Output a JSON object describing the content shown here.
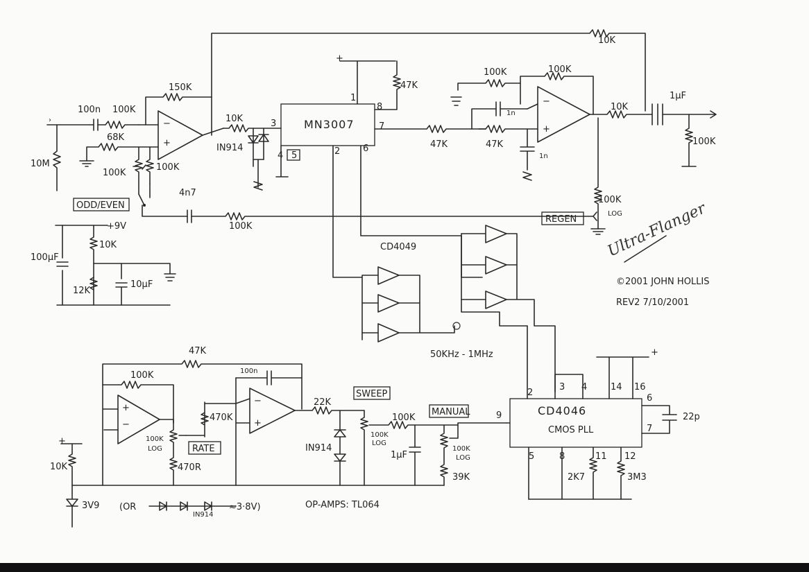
{
  "title": "Ultra-Flanger",
  "copyright": "©2001 JOHN HOLLIS",
  "revision": "REV2 7/10/2001",
  "opamps_note": "OP-AMPS: TL064",
  "ics": {
    "bbd": "MN3007",
    "inverter": "CD4049",
    "pll": "CD4046",
    "pll_sub": "CMOS PLL"
  },
  "controls": {
    "odd_even": "ODD/EVEN",
    "regen": "REGEN",
    "rate": "RATE",
    "sweep": "SWEEP",
    "manual": "MANUAL"
  },
  "components": {
    "r_150k": "150K",
    "r_100n": "100n",
    "r_100k_in": "100K",
    "r_68k": "68K",
    "r_10m": "10M",
    "r_100k_a": "100K",
    "r_100k_b": "100K",
    "r_10k_a": "10K",
    "d_1n914_a": "IN914",
    "c_4n7": "4n7",
    "r_100k_fb": "100K",
    "r_10k_top": "10K",
    "r_47k_a": "47K",
    "r_47k_b": "47K",
    "r_47k_c": "47K",
    "r_100k_c": "100K",
    "r_100k_d": "100K",
    "c_1n_a": "1n",
    "c_1n_b": "1n",
    "r_10k_out": "10K",
    "c_1uf": "1μF",
    "r_100k_out": "100K",
    "r_100k_log_regen": "100K",
    "log_regen": "LOG",
    "psu_9v": "+9V",
    "c_100uf": "100μF",
    "r_10k_psu": "10K",
    "r_12k": "12K",
    "c_10uf": "10μF",
    "freq_range": "50KHz - 1MHz",
    "r_47k_lfo": "47K",
    "r_100k_lfo": "100K",
    "c_100n_lfo": "100n",
    "r_100k_log_rate": "100K",
    "log_rate": "LOG",
    "r_470k": "470K",
    "r_470r": "470R",
    "r_10k_z": "10K",
    "z_3v9": "3V9",
    "alt_note": "(OR",
    "d_1n914_c": "IN914",
    "alt_voltage": "≈3·8V)",
    "r_22k": "22K",
    "d_1n914_b": "IN914",
    "r_100k_log_sweep": "100K",
    "log_sweep": "LOG",
    "r_100k_man": "100K",
    "c_1uf_b": "1μF",
    "r_100k_log_man": "100K",
    "log_man": "LOG",
    "r_39k": "39K",
    "r_2k7": "2K7",
    "r_3m3": "3M3",
    "c_22p": "22p"
  },
  "pins": {
    "bbd_1": "1",
    "bbd_2": "2",
    "bbd_3": "3",
    "bbd_4": "4",
    "bbd_5": "5",
    "bbd_6": "6",
    "bbd_7": "7",
    "bbd_8": "8",
    "pll_2": "2",
    "pll_3": "3",
    "pll_4": "4",
    "pll_5": "5",
    "pll_6": "6",
    "pll_7": "7",
    "pll_8": "8",
    "pll_9": "9",
    "pll_11": "11",
    "pll_12": "12",
    "pll_14": "14",
    "pll_16": "16"
  },
  "supply_plus": "+"
}
